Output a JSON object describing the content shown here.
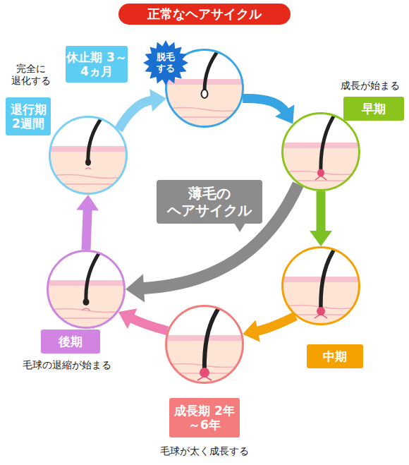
{
  "diagram": {
    "title": "正常なヘアサイクル",
    "nodes": [
      {
        "text": [
          "休止期 3～4ヵ月"
        ]
      },
      {
        "text": [
          "脱毛 する"
        ]
      },
      {
        "text": [
          "早期",
          "成長が始まる"
        ]
      },
      {
        "text": [
          "中期"
        ]
      },
      {
        "text": [
          "成長期 2年～6年",
          "毛球が太く成長する"
        ]
      },
      {
        "text": [
          "後期",
          "毛球の退縮が始まる"
        ]
      },
      {
        "text": [
          "退行期 2週間",
          "完全に 退化する"
        ]
      }
    ],
    "edges": [
      {
        "from": 0,
        "to": 2,
        "arrow": "to"
      },
      {
        "from": 2,
        "to": 3,
        "arrow": "to"
      },
      {
        "from": 3,
        "to": 4,
        "arrow": "to"
      },
      {
        "from": 4,
        "to": 5,
        "arrow": "to"
      },
      {
        "from": 5,
        "to": 6,
        "arrow": "to"
      },
      {
        "from": 6,
        "to": 0,
        "arrow": "to"
      },
      {
        "from": 2,
        "to": 5,
        "label": "薄毛の ヘアサイクル",
        "arrow": "to"
      }
    ]
  }
}
